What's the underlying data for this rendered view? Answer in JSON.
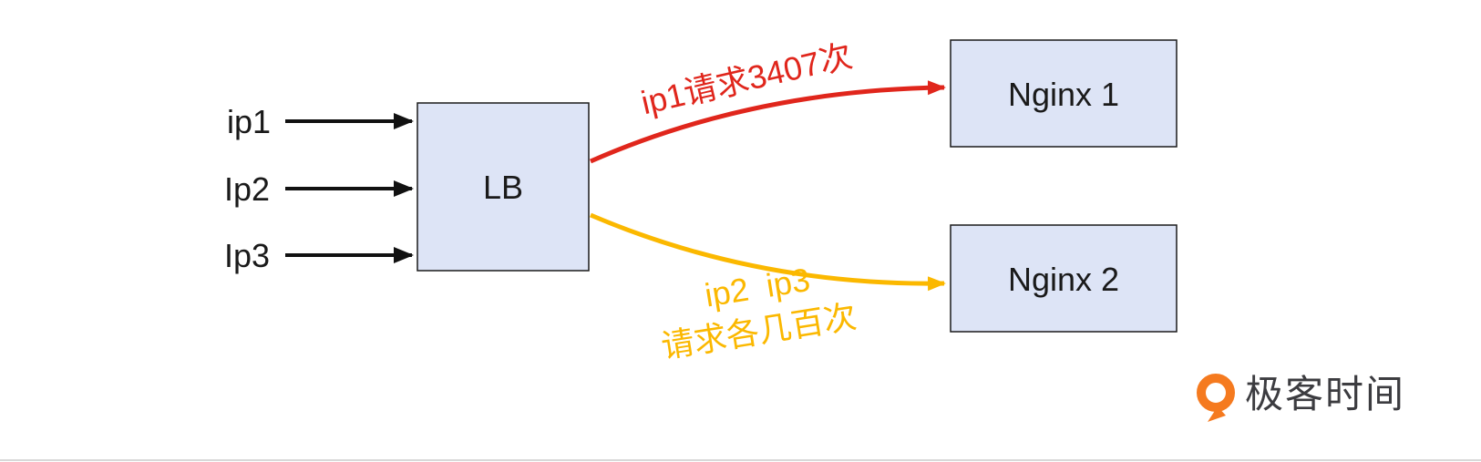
{
  "diagram": {
    "inputs": [
      "ip1",
      "Ip2",
      "Ip3"
    ],
    "lb_box": {
      "label": "LB"
    },
    "nginx1_box": {
      "label": "Nginx 1"
    },
    "nginx2_box": {
      "label": "Nginx 2"
    },
    "red_edge_label": "ip1请求3407次",
    "yellow_edge_label_line1": "ip2  ip3",
    "yellow_edge_label_line2": "请求各几百次"
  },
  "colors": {
    "red": "#e0261c",
    "yellow": "#fbb800",
    "box_fill": "#dde4f6",
    "box_stroke": "#1a1a1a",
    "black_arrow": "#111111",
    "logo_orange": "#f57a1f",
    "brand_text": "#3c3c40"
  },
  "footer": {
    "brand": "极客时间"
  }
}
